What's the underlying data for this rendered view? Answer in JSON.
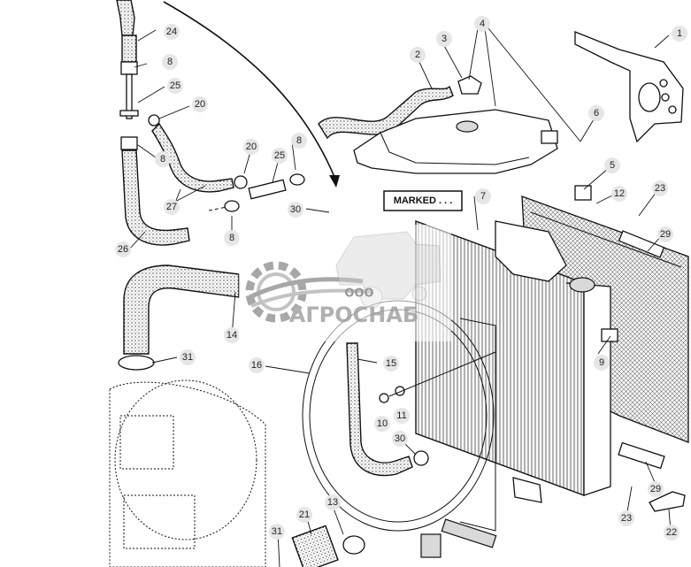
{
  "diagram": {
    "label_box": "MARKED . . .",
    "watermark": {
      "prefix": "ООО",
      "name": "АГРОСНАБ"
    },
    "callouts": [
      {
        "id": "c1",
        "text": "1"
      },
      {
        "id": "c2",
        "text": "2"
      },
      {
        "id": "c3",
        "text": "3"
      },
      {
        "id": "c4",
        "text": "4"
      },
      {
        "id": "c5",
        "text": "5"
      },
      {
        "id": "c6",
        "text": "6"
      },
      {
        "id": "c7",
        "text": "7"
      },
      {
        "id": "c8a",
        "text": "8"
      },
      {
        "id": "c8b",
        "text": "8"
      },
      {
        "id": "c8c",
        "text": "8"
      },
      {
        "id": "c8d",
        "text": "8"
      },
      {
        "id": "c9",
        "text": "9"
      },
      {
        "id": "c10",
        "text": "10"
      },
      {
        "id": "c11",
        "text": "11"
      },
      {
        "id": "c12",
        "text": "12"
      },
      {
        "id": "c13",
        "text": "13"
      },
      {
        "id": "c14",
        "text": "14"
      },
      {
        "id": "c15",
        "text": "15"
      },
      {
        "id": "c16",
        "text": "16"
      },
      {
        "id": "c20a",
        "text": "20"
      },
      {
        "id": "c20b",
        "text": "20"
      },
      {
        "id": "c21",
        "text": "21"
      },
      {
        "id": "c22",
        "text": "22"
      },
      {
        "id": "c23a",
        "text": "23"
      },
      {
        "id": "c23b",
        "text": "23"
      },
      {
        "id": "c24",
        "text": "24"
      },
      {
        "id": "c25a",
        "text": "25"
      },
      {
        "id": "c25b",
        "text": "25"
      },
      {
        "id": "c26",
        "text": "26"
      },
      {
        "id": "c27",
        "text": "27"
      },
      {
        "id": "c29a",
        "text": "29"
      },
      {
        "id": "c29b",
        "text": "29"
      },
      {
        "id": "c30a",
        "text": "30"
      },
      {
        "id": "c30b",
        "text": "30"
      },
      {
        "id": "c31a",
        "text": "31"
      },
      {
        "id": "c31b",
        "text": "31"
      }
    ]
  }
}
